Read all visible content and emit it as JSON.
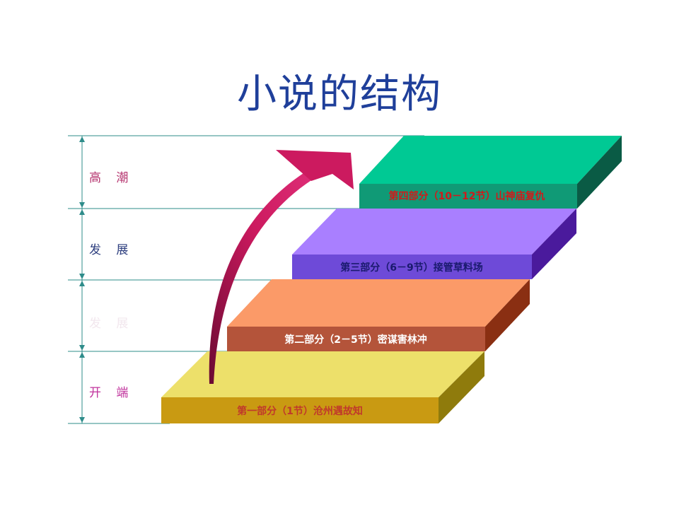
{
  "title": "小说的结构",
  "stages": [
    {
      "label": "高 潮",
      "color": "#b5336e"
    },
    {
      "label": "发 展",
      "color": "#2e3f7f"
    },
    {
      "label": "发 展",
      "color": "#f2e7ee"
    },
    {
      "label": "开 端",
      "color": "#c0329c"
    }
  ],
  "steps": [
    {
      "text": "第一部分（1节）沧州遇故知",
      "top": "#ede06a",
      "front": "#c99a12",
      "side": "#8f7b0c",
      "text_color": "#c0392b"
    },
    {
      "text": "第二部分（2－5节）密谋害林冲",
      "top": "#fb9a68",
      "front": "#b4543a",
      "side": "#8a2f12",
      "text_color": "#ffffff"
    },
    {
      "text": "第三部分（6－9节）接管草料场",
      "top": "#a97fff",
      "front": "#6e4ad8",
      "side": "#4a1a9c",
      "text_color": "#1a1a6e"
    },
    {
      "text": "第四部分（10－12节）山神庙复仇",
      "top": "#00c994",
      "front": "#109a76",
      "side": "#0a5b45",
      "text_color": "#d11a1a"
    }
  ],
  "colors": {
    "guide_line": "#2e8c8a",
    "arrow": "#cc1a5f",
    "arrow_dark": "#6a0a32"
  }
}
